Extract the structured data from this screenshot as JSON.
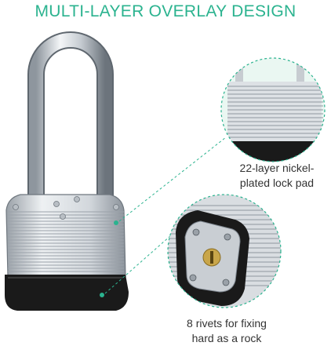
{
  "title": "MULTI-LAYER OVERLAY DESIGN",
  "captions": {
    "lock_pad": {
      "line1": "22-layer nickel-",
      "line2": "plated lock pad"
    },
    "rivets": {
      "line1": "8 rivets for fixing",
      "line2": "hard as a rock"
    }
  },
  "colors": {
    "accent": "#2bb38f",
    "circle_bg": "#eaf7f2",
    "steel_light": "#e9ecef",
    "steel_dark": "#7f8790",
    "rubber": "#1a1a1a"
  },
  "icons": [
    "padlock-image",
    "zoom-lock-pad-image",
    "zoom-rivets-image"
  ]
}
